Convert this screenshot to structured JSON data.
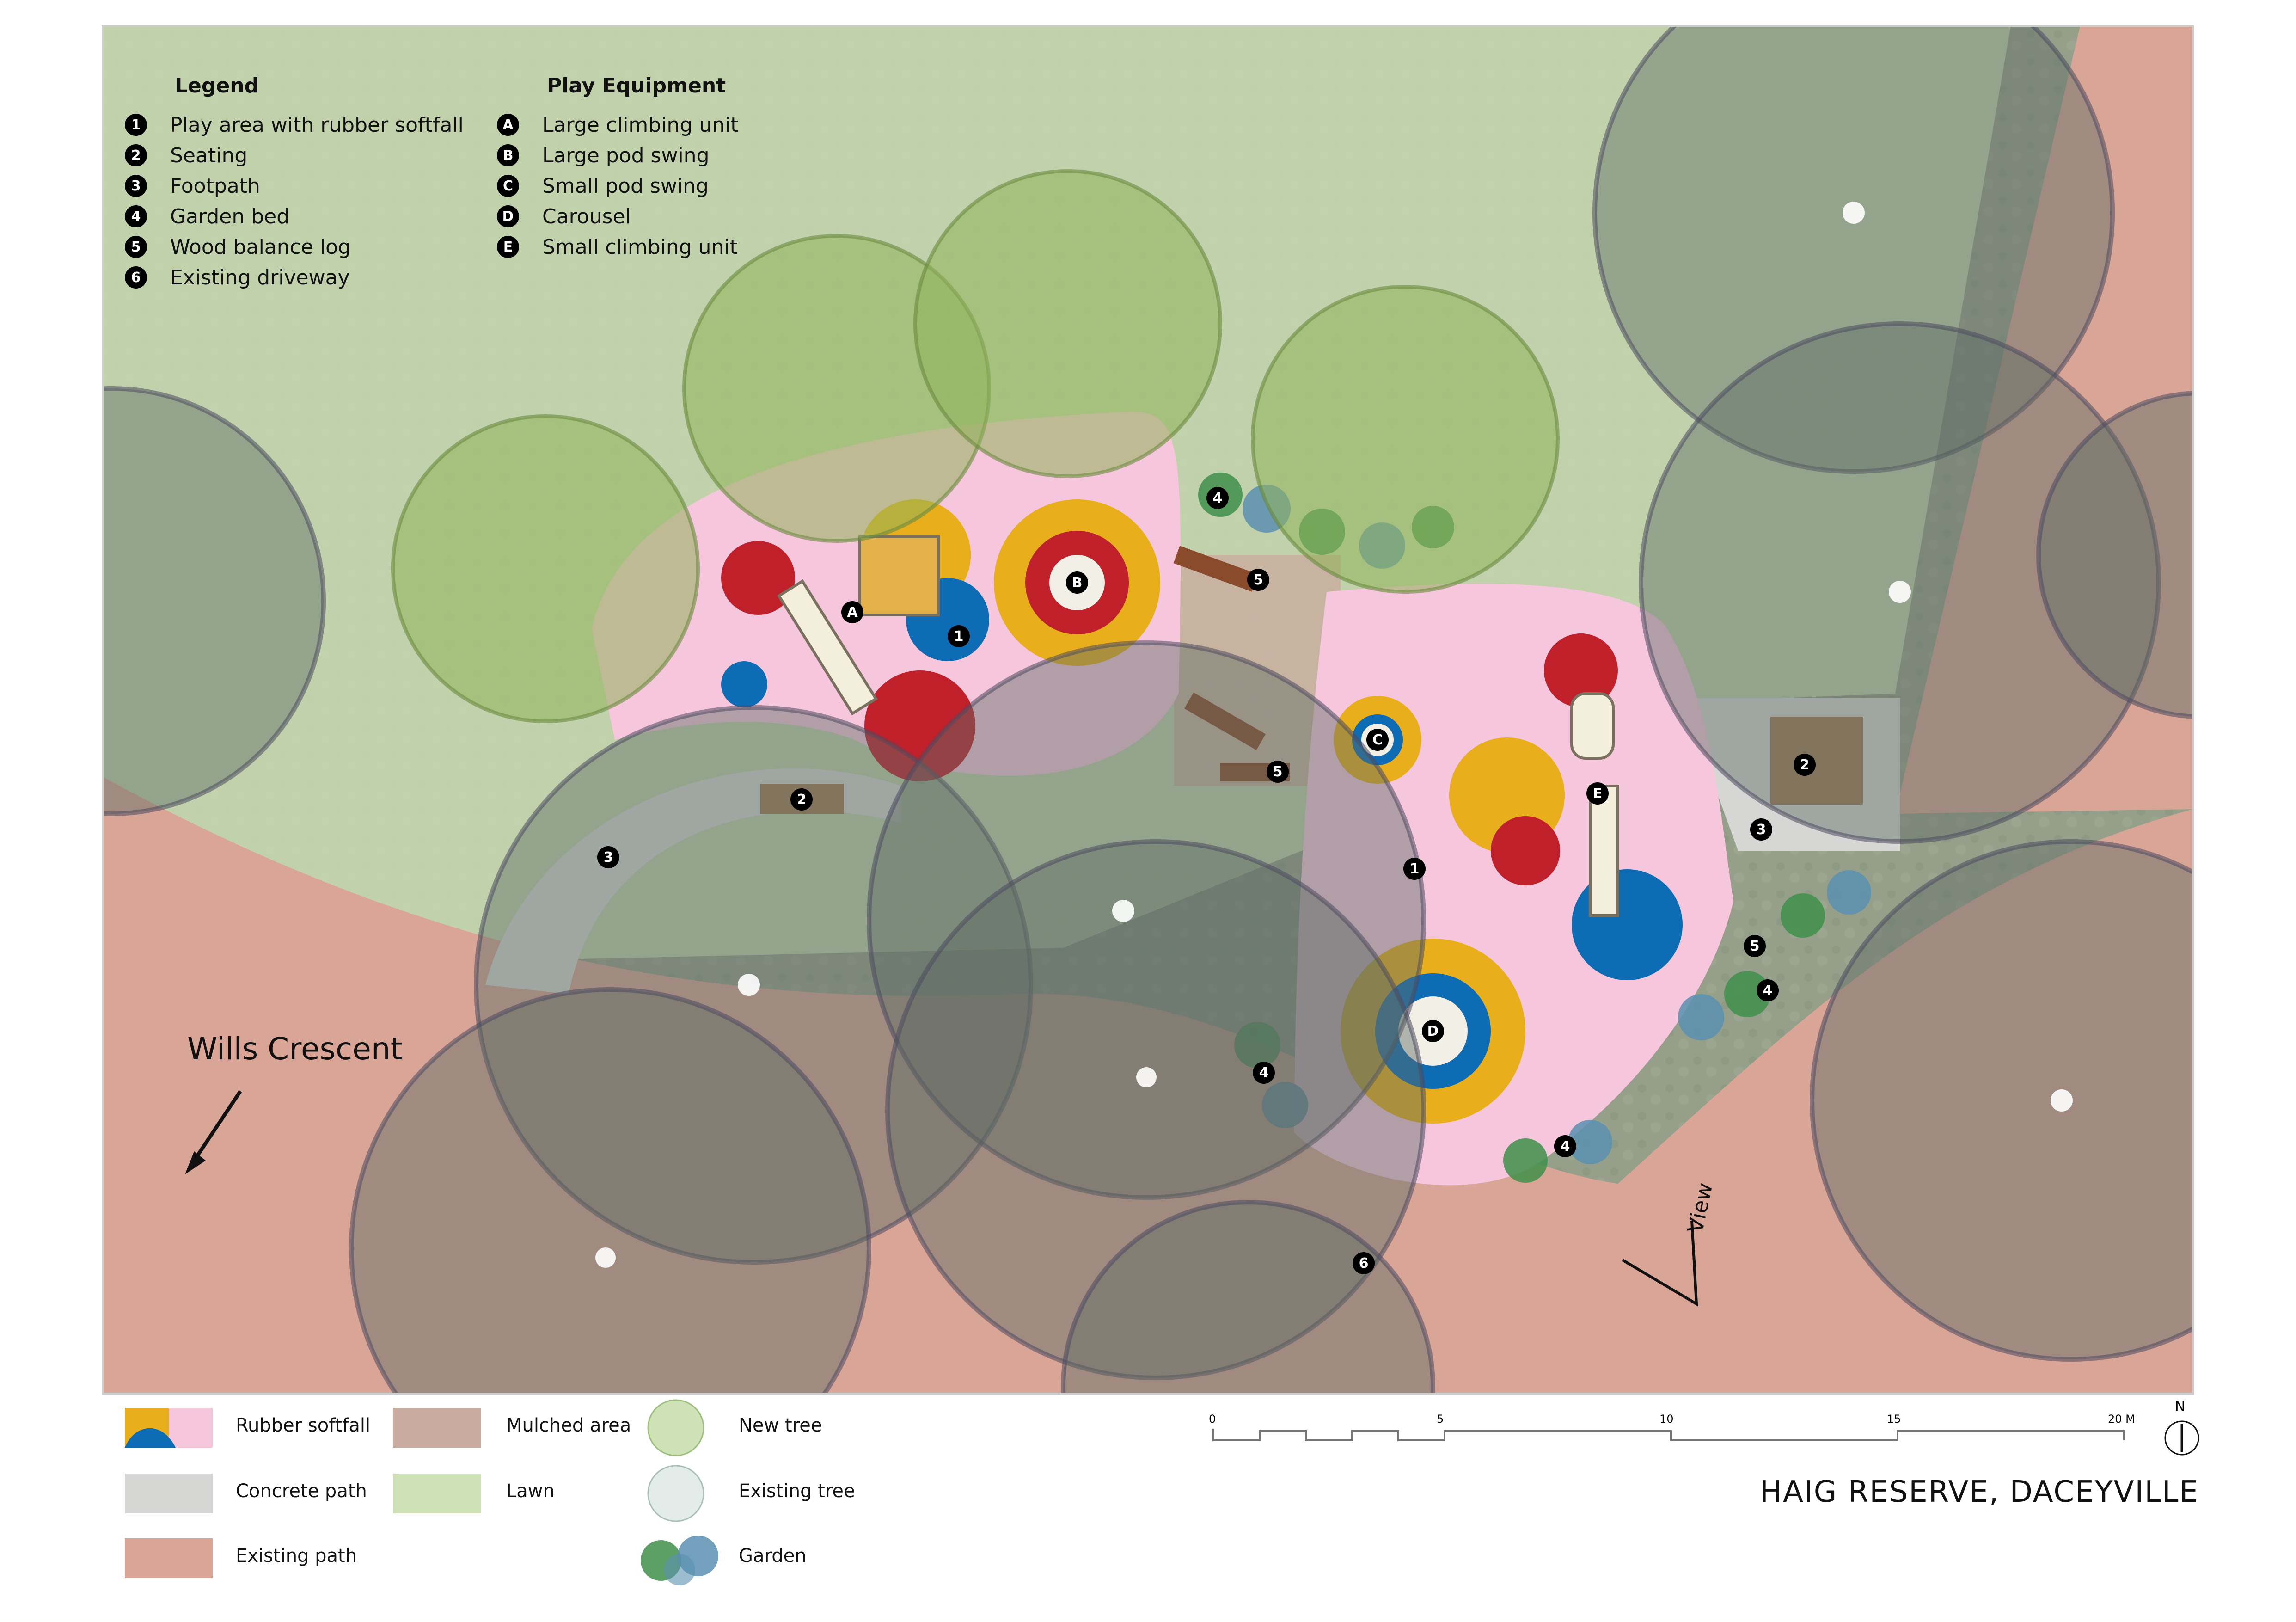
{
  "title": "HAIG RESERVE, DACEYVILLE",
  "street_label": "Wills Crescent",
  "view_label": "View",
  "north_label": "N",
  "legend": {
    "title": "Legend",
    "items": [
      {
        "num": "1",
        "label": "Play area with rubber softfall"
      },
      {
        "num": "2",
        "label": "Seating"
      },
      {
        "num": "3",
        "label": "Footpath"
      },
      {
        "num": "4",
        "label": "Garden bed"
      },
      {
        "num": "5",
        "label": "Wood balance log"
      },
      {
        "num": "6",
        "label": "Existing driveway"
      }
    ]
  },
  "equipment": {
    "title": "Play Equipment",
    "items": [
      {
        "num": "A",
        "label": "Large climbing unit"
      },
      {
        "num": "B",
        "label": "Large pod swing"
      },
      {
        "num": "C",
        "label": "Small pod swing"
      },
      {
        "num": "D",
        "label": "Carousel"
      },
      {
        "num": "E",
        "label": "Small climbing unit"
      }
    ]
  },
  "key": {
    "rubber": "Rubber softfall",
    "concrete": "Concrete path",
    "existing_path": "Existing path",
    "mulched": "Mulched area",
    "lawn": "Lawn",
    "new_tree": "New tree",
    "existing_tree": "Existing tree",
    "garden": "Garden"
  },
  "scale": {
    "ticks": [
      "0",
      "5",
      "10",
      "15",
      "20 M"
    ]
  },
  "markers": {
    "m1a": "1",
    "m1b": "1",
    "m2a": "2",
    "m2b": "2",
    "m3a": "3",
    "m3b": "3",
    "m4a": "4",
    "m4b": "4",
    "m4c": "4",
    "m4d": "4",
    "m5a": "5",
    "m5b": "5",
    "m5c": "5",
    "m6": "6",
    "mA": "A",
    "mB": "B",
    "mC": "C",
    "mD": "D",
    "mE": "E"
  },
  "colors": {
    "rubber_pink": "#f5c6dc",
    "yellow": "#e8ae1c",
    "red": "#c0202a",
    "blue": "#0d6cb4",
    "existing_path": "#d8a596",
    "concrete": "#d6d6d4",
    "mulch": "#c9ab9f",
    "lawn": "#cfe2b7"
  }
}
